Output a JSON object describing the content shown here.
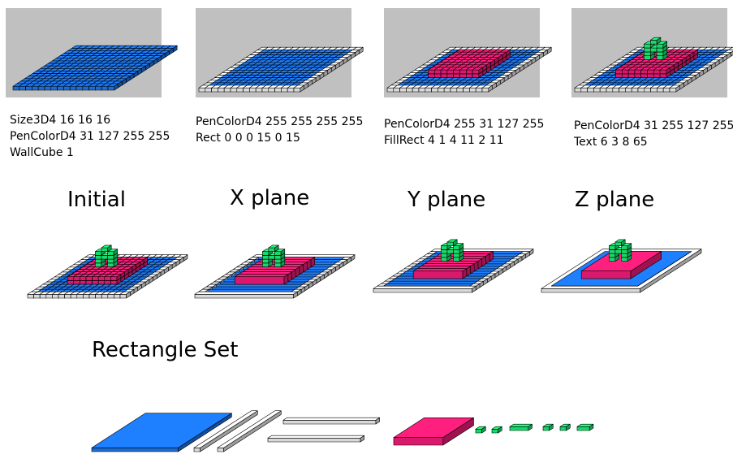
{
  "colors": {
    "blue": "#1e7fff",
    "white": "#ffffff",
    "pink": "#ff1f7f",
    "green": "#1fff7f",
    "panel_bg": "#c0c0c0",
    "outline": "#000000"
  },
  "steps": [
    {
      "lines": [
        "Size3D4 16 16 16",
        "PenColorD4 31 127 255 255",
        "WallCube 1"
      ]
    },
    {
      "lines": [
        "PenColorD4 255 255 255 255",
        "Rect 0 0 0 15 0 15"
      ]
    },
    {
      "lines": [
        "PenColorD4 255 31 127 255",
        "FillRect 4 1 4 11 2 11"
      ]
    },
    {
      "lines": [
        "PenColorD4 31 255 127 255",
        "Text 6 3 8 65"
      ]
    }
  ],
  "views": [
    {
      "title": "Initial"
    },
    {
      "title": "X plane"
    },
    {
      "title": "Y plane"
    },
    {
      "title": "Z plane"
    }
  ],
  "rectangle_set": {
    "title": "Rectangle Set"
  }
}
